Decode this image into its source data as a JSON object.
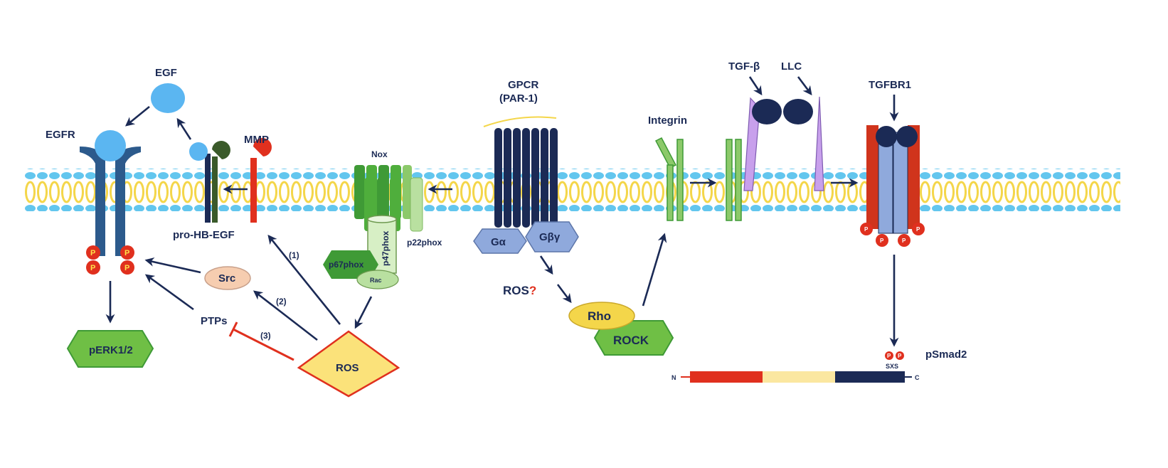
{
  "labels": {
    "egf": "EGF",
    "egfr": "EGFR",
    "mmp": "MMP",
    "pro_hb_egf": "pro-HB-EGF",
    "nox": "Nox",
    "p22phox": "p22phox",
    "p47phox": "p47phox",
    "p67phox": "p67phox",
    "rac": "Rac",
    "src": "Src",
    "ptps": "PTPs",
    "perk": "pERK1/2",
    "ros_left": "ROS",
    "step1": "(1)",
    "step2": "(2)",
    "step3": "(3)",
    "gpcr_line1": "GPCR",
    "gpcr_line2": "(PAR-1)",
    "g_alpha": "Gα",
    "g_beta_gamma": "Gβγ",
    "ros_mid": "ROS",
    "ros_question": "?",
    "rho": "Rho",
    "rock": "ROCK",
    "integrin": "Integrin",
    "tgf_beta": "TGF-β",
    "llc": "LLC",
    "tgfbr1": "TGFBR1",
    "psmad2": "pSmad2",
    "smad_n": "N",
    "smad_c": "C",
    "smad_sxs": "SXS",
    "phospho": "P"
  },
  "colors": {
    "navy": "#1b2a55",
    "receptor_blue": "#2c5a8c",
    "ligand_blue": "#5bb6f1",
    "membrane_yellow": "#f4d64a",
    "membrane_blue": "#63c6ee",
    "green_dark": "#3f9a36",
    "green_mid": "#6fbf45",
    "green_light": "#b9e0a0",
    "red": "#e0301e",
    "ros_fill": "#fbe27a",
    "purple": "#c8a0ec",
    "g_protein": "#8fa9dc",
    "smad_yellow": "#fbe7a0",
    "src_fill": "#f6cdb0"
  }
}
